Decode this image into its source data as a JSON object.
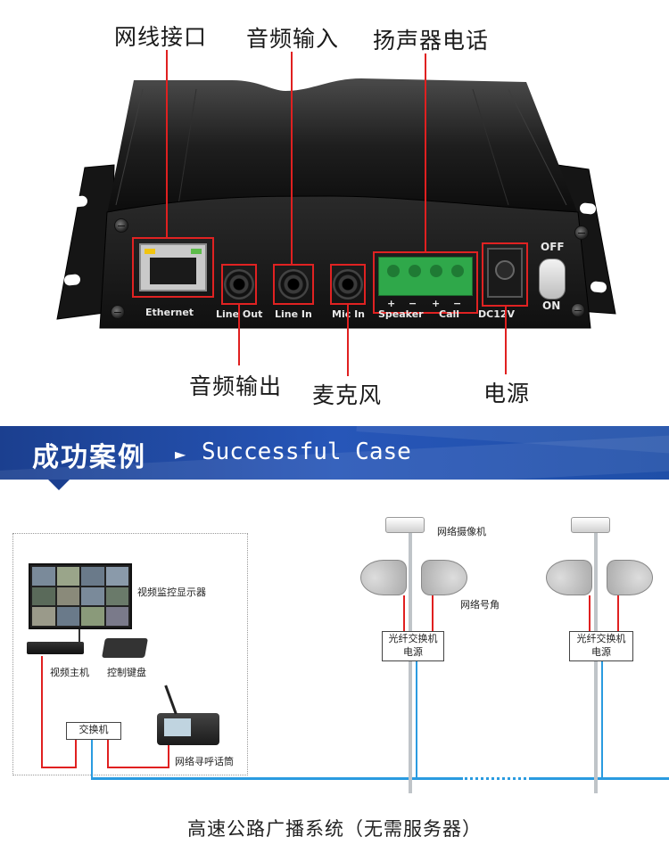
{
  "callouts": {
    "ethernet_port": "网线接口",
    "audio_input": "音频输入",
    "speaker_phone": "扬声器电话",
    "audio_output": "音频输出",
    "microphone": "麦克风",
    "power": "电源"
  },
  "panel_labels": {
    "ethernet": "Ethernet",
    "line_out": "Line Out",
    "line_in": "Line In",
    "mic_in": "Mic In",
    "speaker": "Speaker",
    "call": "Call",
    "dc": "DC12V",
    "off": "OFF",
    "on": "ON",
    "terminal_signs": [
      "+",
      "−",
      "+",
      "−"
    ]
  },
  "banner": {
    "title_cn": "成功案例",
    "title_en": "Successful Case"
  },
  "diagram": {
    "monitor_label": "视频监控显示器",
    "video_host": "视频主机",
    "keyboard": "控制键盘",
    "switch": "交换机",
    "paging_mic": "网络寻呼话筒",
    "camera": "网络摄像机",
    "horn": "网络号角",
    "fiber_switch_line1": "光纤交换机",
    "fiber_switch_line2": "电源",
    "fiber_switch2_line1": "光纤交换机",
    "fiber_switch2_line2": "电源",
    "caption": "高速公路广播系统（无需服务器）"
  },
  "colors": {
    "banner_blue": "#1f4fa8",
    "callout_red": "#e02020",
    "cable_blue": "#2a9be0",
    "terminal_green": "#2fa84a"
  }
}
